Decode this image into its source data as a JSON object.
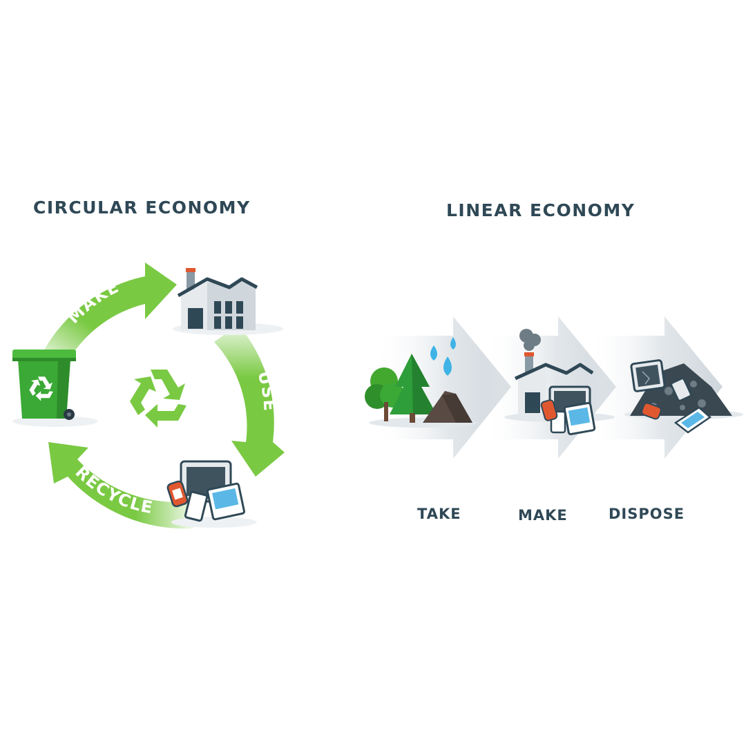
{
  "circular": {
    "title": "CIRCULAR ECONOMY",
    "arrow_labels": {
      "make": "MAKE",
      "use": "USE",
      "recycle": "RECYCLE"
    }
  },
  "linear": {
    "title": "LINEAR ECONOMY",
    "stages": {
      "take": "TAKE",
      "make": "MAKE",
      "dispose": "DISPOSE"
    }
  },
  "colors": {
    "heading": "#2f4856",
    "arrow_green": "#7ac943",
    "bin_green": "#3aa935",
    "linear_arrow": "#d5dbe0"
  }
}
